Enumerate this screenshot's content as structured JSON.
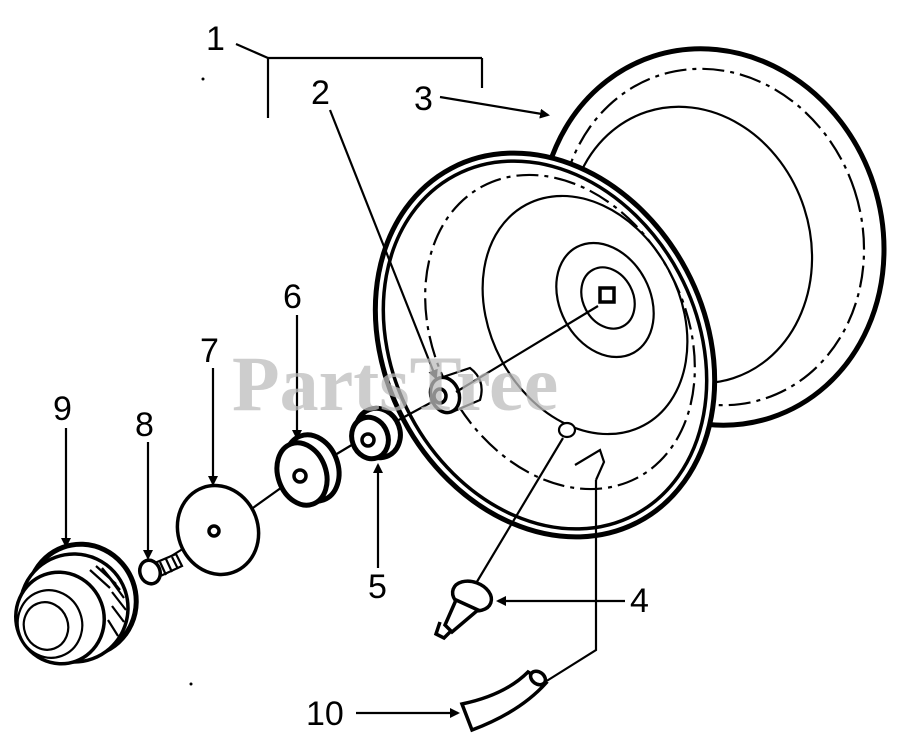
{
  "diagram": {
    "watermark": "PartsTree",
    "callouts": [
      {
        "id": "1",
        "label": "1"
      },
      {
        "id": "2",
        "label": "2"
      },
      {
        "id": "3",
        "label": "3"
      },
      {
        "id": "4",
        "label": "4"
      },
      {
        "id": "5",
        "label": "5"
      },
      {
        "id": "6",
        "label": "6"
      },
      {
        "id": "7",
        "label": "7"
      },
      {
        "id": "8",
        "label": "8"
      },
      {
        "id": "9",
        "label": "9"
      },
      {
        "id": "10",
        "label": "10"
      }
    ],
    "colors": {
      "ink": "#000000",
      "background": "#ffffff",
      "watermark": "#bdbdbd"
    }
  }
}
